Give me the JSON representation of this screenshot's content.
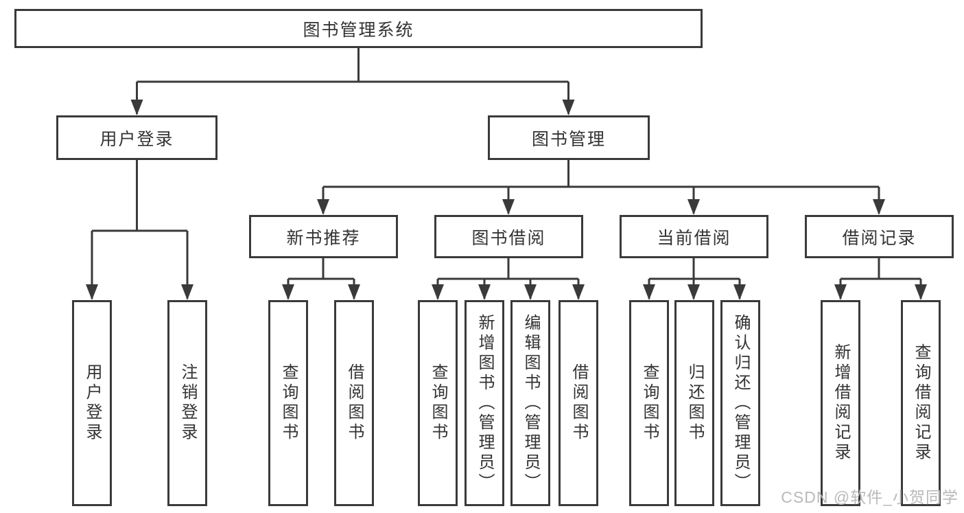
{
  "diagram": {
    "root": "图书管理系统",
    "branches": [
      {
        "label": "用户登录",
        "children": [
          "用户登录",
          "注销登录"
        ]
      },
      {
        "label": "图书管理",
        "sections": [
          {
            "label": "新书推荐",
            "children": [
              "查询图书",
              "借阅图书"
            ]
          },
          {
            "label": "图书借阅",
            "children": [
              "查询图书",
              "新增图书（管理员）",
              "编辑图书（管理员）",
              "借阅图书"
            ]
          },
          {
            "label": "当前借阅",
            "children": [
              "查询图书",
              "归还图书",
              "确认归还（管理员）"
            ]
          },
          {
            "label": "借阅记录",
            "children": [
              "新增借阅记录",
              "查询借阅记录"
            ]
          }
        ]
      }
    ]
  },
  "style_tokens": {
    "line_color": "#3a3a3a",
    "text_color": "#333333",
    "watermark_color": "#b9b9b9"
  },
  "watermark": {
    "text": "CSDN @软件_小贺同学"
  }
}
